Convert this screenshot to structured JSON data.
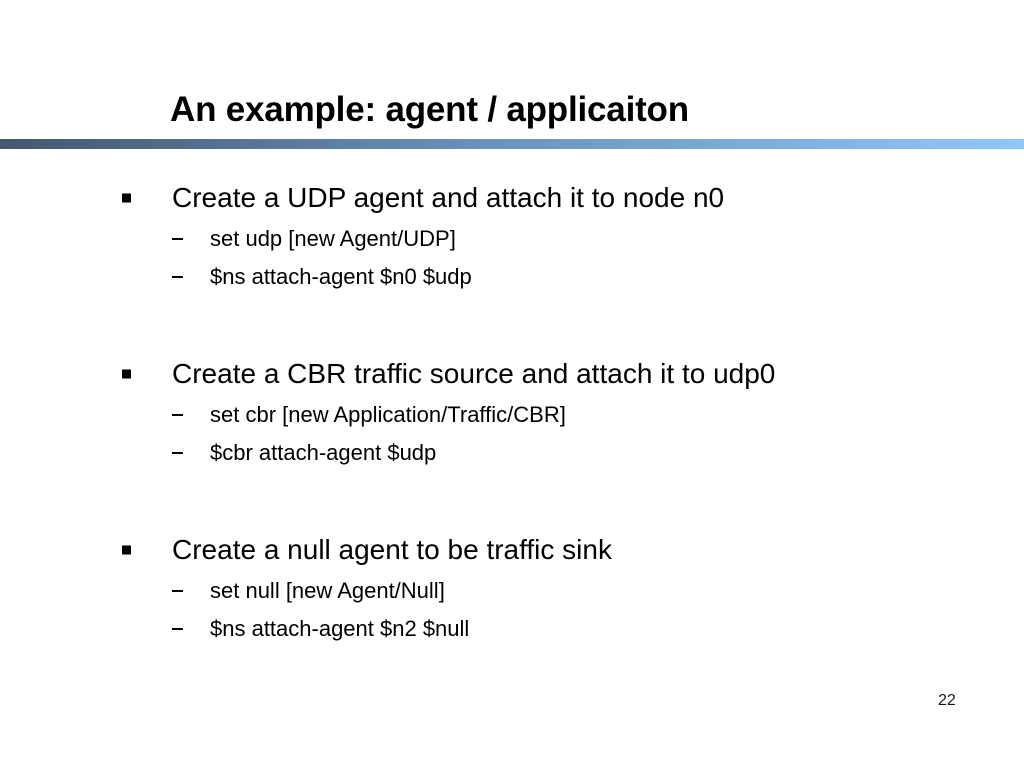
{
  "slide": {
    "title": "An example: agent / applicaiton",
    "page_number": "22",
    "background_color": "#ffffff",
    "text_color": "#000000"
  },
  "divider": {
    "color_left": "#44576e",
    "color_mid": "#6b95c0",
    "color_right": "#90c7f8"
  },
  "markers": {
    "level1": "square-bullet",
    "level2": "dash-bullet"
  },
  "content": {
    "groups": [
      {
        "heading": "Create a UDP agent and attach it to node n0",
        "lines": [
          "set udp [new Agent/UDP]",
          "$ns attach-agent $n0 $udp"
        ]
      },
      {
        "heading": "Create a CBR traffic source and attach it to udp0",
        "lines": [
          "set cbr [new Application/Traffic/CBR]",
          "$cbr attach-agent $udp"
        ]
      },
      {
        "heading": "Create a null agent to be traffic sink",
        "lines": [
          "set null [new Agent/Null]",
          "$ns attach-agent $n2 $null"
        ]
      }
    ]
  }
}
